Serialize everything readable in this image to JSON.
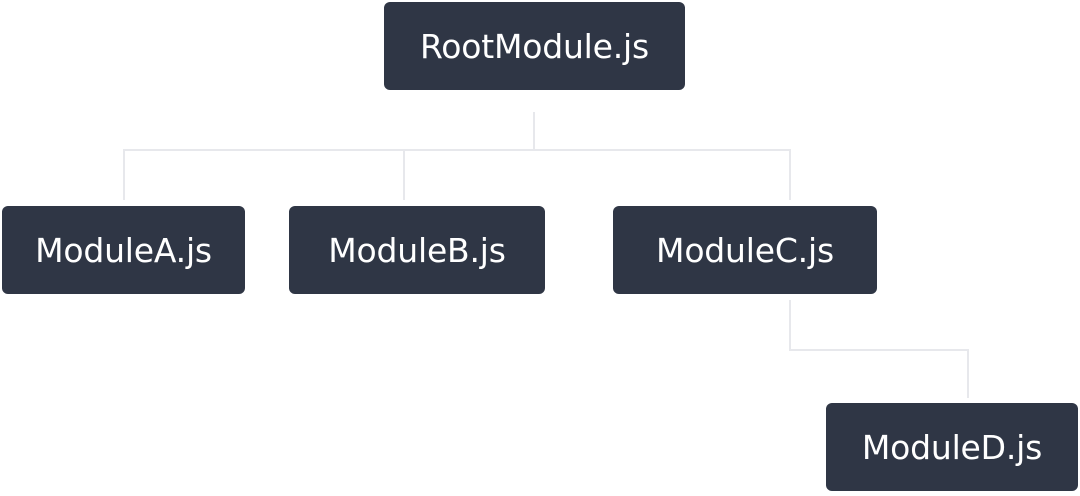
{
  "diagram": {
    "nodes": {
      "root": "RootModule.js",
      "a": "ModuleA.js",
      "b": "ModuleB.js",
      "c": "ModuleC.js",
      "d": "ModuleD.js"
    },
    "edges": [
      {
        "from": "root",
        "to": "a"
      },
      {
        "from": "root",
        "to": "b"
      },
      {
        "from": "root",
        "to": "c"
      },
      {
        "from": "c",
        "to": "d"
      }
    ],
    "colors": {
      "node_fill": "#2f3645",
      "node_text": "#ffffff",
      "edge": "#e7e8ec",
      "background": "#ffffff"
    }
  }
}
